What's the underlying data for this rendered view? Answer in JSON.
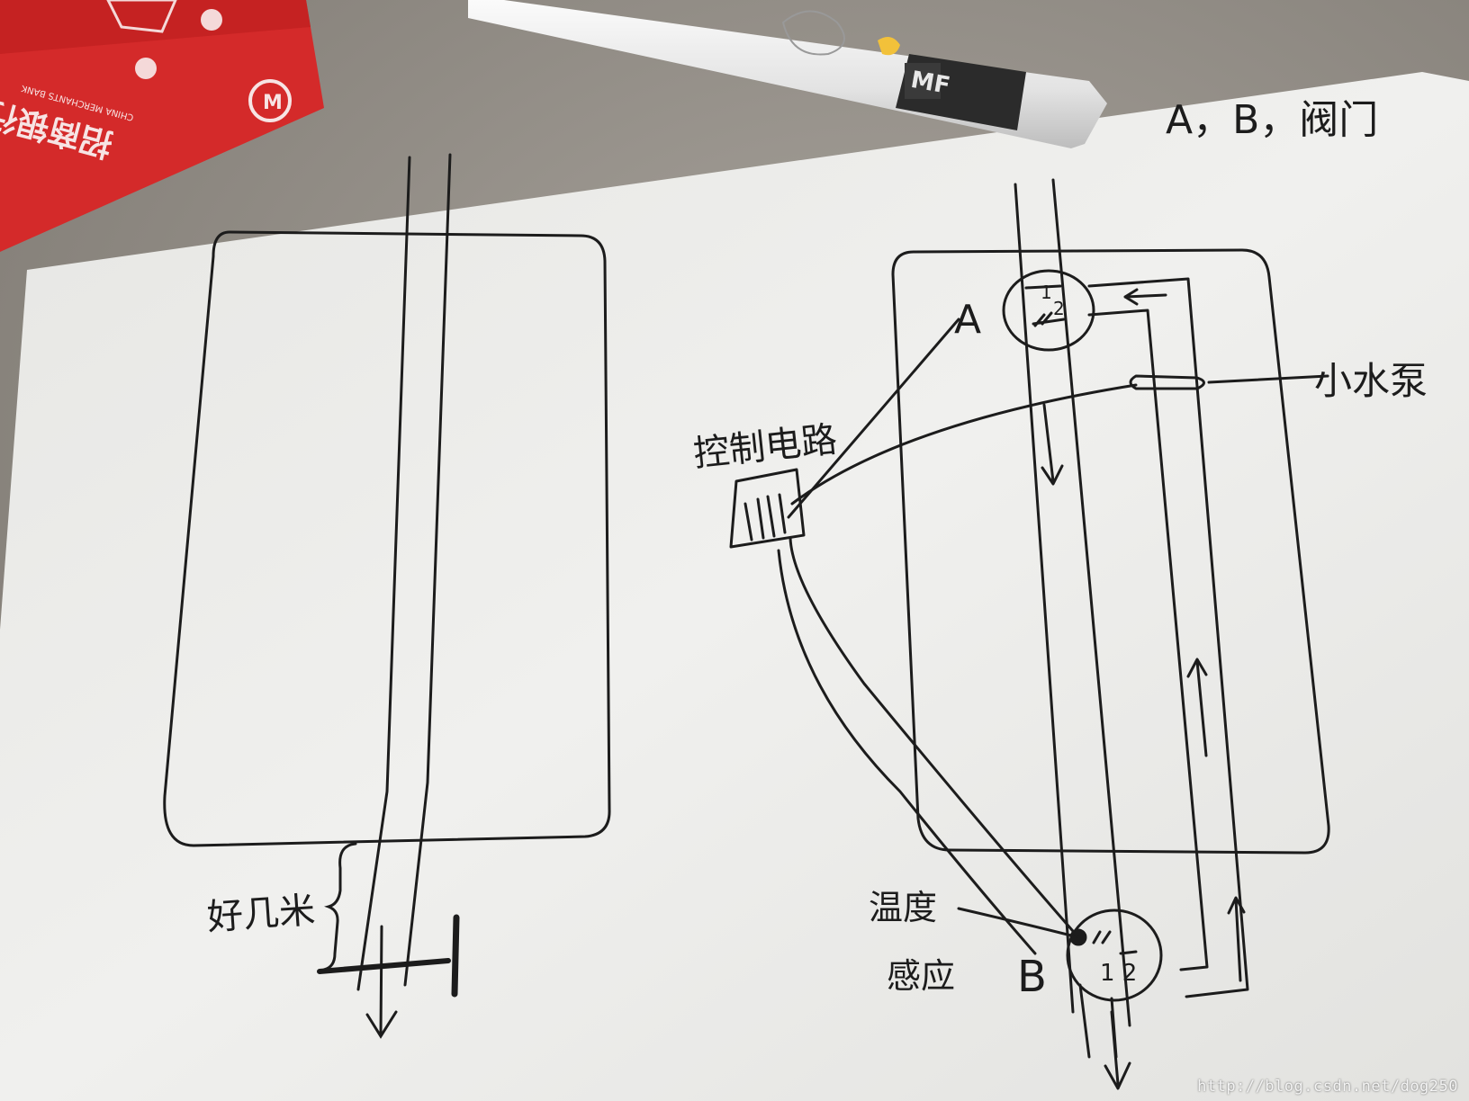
{
  "photo": {
    "bank_card": {
      "bank_name_cn": "招商银行",
      "bank_name_en": "CHINA MERCHANTS BANK",
      "color": "#d42a2a"
    },
    "pen_label": "MF"
  },
  "left_drawing": {
    "depth_label": "好几米"
  },
  "right_drawing": {
    "title": "A，B，阀门",
    "valve_a": "A",
    "valve_b": "B",
    "valve_marks_1": "1",
    "valve_marks_2": "2",
    "valve_marks_b": "1 2",
    "control_circuit": "控制电路",
    "pump": "小水泵",
    "temp_sensor_line1": "温度",
    "temp_sensor_line2": "感应"
  },
  "watermark": "http://blog.csdn.net/dog250",
  "colors": {
    "ink": "#1c1c1c",
    "paper": "#f1f1ef",
    "card_red": "#d42a2a"
  }
}
